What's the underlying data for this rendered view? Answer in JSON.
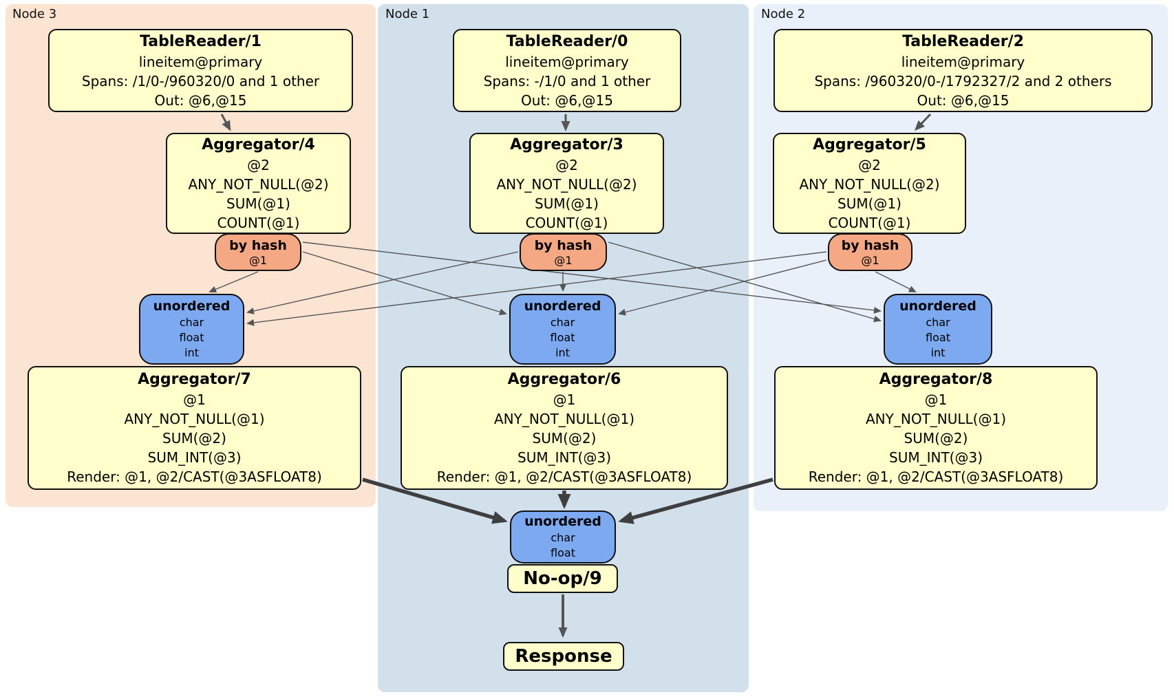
{
  "regions": {
    "node3": {
      "label": "Node 3"
    },
    "node1": {
      "label": "Node 1"
    },
    "node2": {
      "label": "Node 2"
    }
  },
  "boxes": {
    "tr1": {
      "title": "TableReader/1",
      "lines": [
        "lineitem@primary",
        "Spans: /1/0-/960320/0 and 1 other",
        "Out: @6,@15"
      ]
    },
    "tr0": {
      "title": "TableReader/0",
      "lines": [
        "lineitem@primary",
        "Spans: -/1/0 and 1 other",
        "Out: @6,@15"
      ]
    },
    "tr2": {
      "title": "TableReader/2",
      "lines": [
        "lineitem@primary",
        "Spans: /960320/0-/1792327/2 and 2 others",
        "Out: @6,@15"
      ]
    },
    "agg4": {
      "title": "Aggregator/4",
      "lines": [
        "@2",
        "ANY_NOT_NULL(@2)",
        "SUM(@1)",
        "COUNT(@1)"
      ]
    },
    "agg3": {
      "title": "Aggregator/3",
      "lines": [
        "@2",
        "ANY_NOT_NULL(@2)",
        "SUM(@1)",
        "COUNT(@1)"
      ]
    },
    "agg5": {
      "title": "Aggregator/5",
      "lines": [
        "@2",
        "ANY_NOT_NULL(@2)",
        "SUM(@1)",
        "COUNT(@1)"
      ]
    },
    "byhash3": {
      "title": "by hash",
      "lines": [
        "@1"
      ]
    },
    "byhash1": {
      "title": "by hash",
      "lines": [
        "@1"
      ]
    },
    "byhash2": {
      "title": "by hash",
      "lines": [
        "@1"
      ]
    },
    "sync3": {
      "title": "unordered",
      "lines": [
        "char",
        "float",
        "int"
      ]
    },
    "sync1": {
      "title": "unordered",
      "lines": [
        "char",
        "float",
        "int"
      ]
    },
    "sync2": {
      "title": "unordered",
      "lines": [
        "char",
        "float",
        "int"
      ]
    },
    "agg7": {
      "title": "Aggregator/7",
      "lines": [
        "@1",
        "ANY_NOT_NULL(@1)",
        "SUM(@2)",
        "SUM_INT(@3)",
        "Render: @1, @2/CAST(@3ASFLOAT8)"
      ]
    },
    "agg6": {
      "title": "Aggregator/6",
      "lines": [
        "@1",
        "ANY_NOT_NULL(@1)",
        "SUM(@2)",
        "SUM_INT(@3)",
        "Render: @1, @2/CAST(@3ASFLOAT8)"
      ]
    },
    "agg8": {
      "title": "Aggregator/8",
      "lines": [
        "@1",
        "ANY_NOT_NULL(@1)",
        "SUM(@2)",
        "SUM_INT(@3)",
        "Render: @1, @2/CAST(@3ASFLOAT8)"
      ]
    },
    "syncfinal": {
      "title": "unordered",
      "lines": [
        "char",
        "float"
      ]
    },
    "noop": {
      "title": "No-op/9"
    },
    "response": {
      "title": "Response"
    }
  },
  "colors": {
    "node3_bg": "#fce4d3",
    "node1_bg": "#d2e0ec",
    "node2_bg": "#eaf0fa",
    "processor_bg": "#ffffcc",
    "router_bg": "#f5a884",
    "sync_bg": "#7da9f0",
    "edge_thin": "#555555",
    "edge_thick": "#3f3f3f",
    "border": "#111111"
  }
}
